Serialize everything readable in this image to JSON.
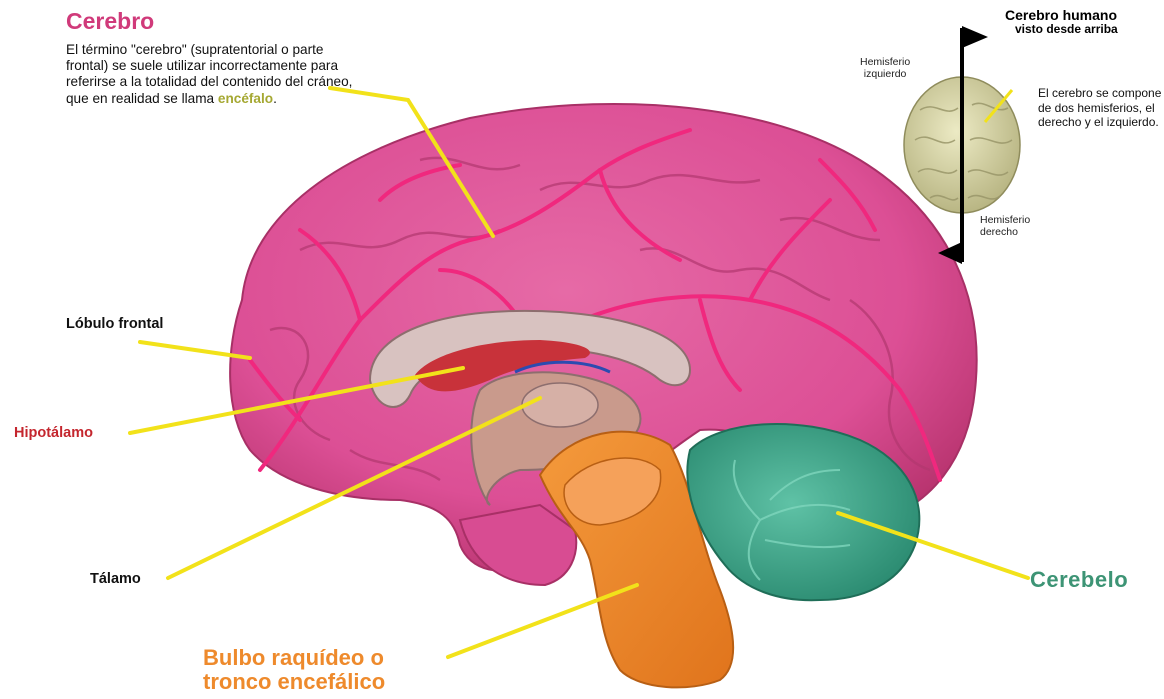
{
  "cerebro": {
    "title": "Cerebro",
    "description_part1": "El término \"cerebro\" (supratentorial o parte frontal) se suele utilizar incorrectamente para referirse a la totalidad del contenido del cráneo, que en realidad se llama ",
    "description_highlight": "encéfalo",
    "description_end": "."
  },
  "labels": {
    "lobulo_frontal": "Lóbulo frontal",
    "hipotalamo": "Hipotálamo",
    "talamo": "Tálamo",
    "cerebelo": "Cerebelo",
    "bulbo_line1": "Bulbo raquídeo o",
    "bulbo_line2": "tronco  encefálico"
  },
  "top_view": {
    "title": "Cerebro humano",
    "subtitle": "visto desde arriba",
    "hemisferio_izq_line1": "Hemisferio",
    "hemisferio_izq_line2": "izquierdo",
    "hemisferio_der_line1": "Hemisferio",
    "hemisferio_der_line2": "derecho",
    "description": "El cerebro se compone de dos hemisferios, el derecho y el izquierdo."
  },
  "colors": {
    "cerebro_title": "#d03a7a",
    "cerebrum": "#e2579a",
    "vessels": "#f0287e",
    "cerebellum": "#3fa88e",
    "brainstem": "#ee8a2c",
    "hipotalamo_label": "#c4262e",
    "cerebelo_label": "#3d9475",
    "highlight": "#a5a832",
    "leader_lines": "#f2e21a"
  }
}
